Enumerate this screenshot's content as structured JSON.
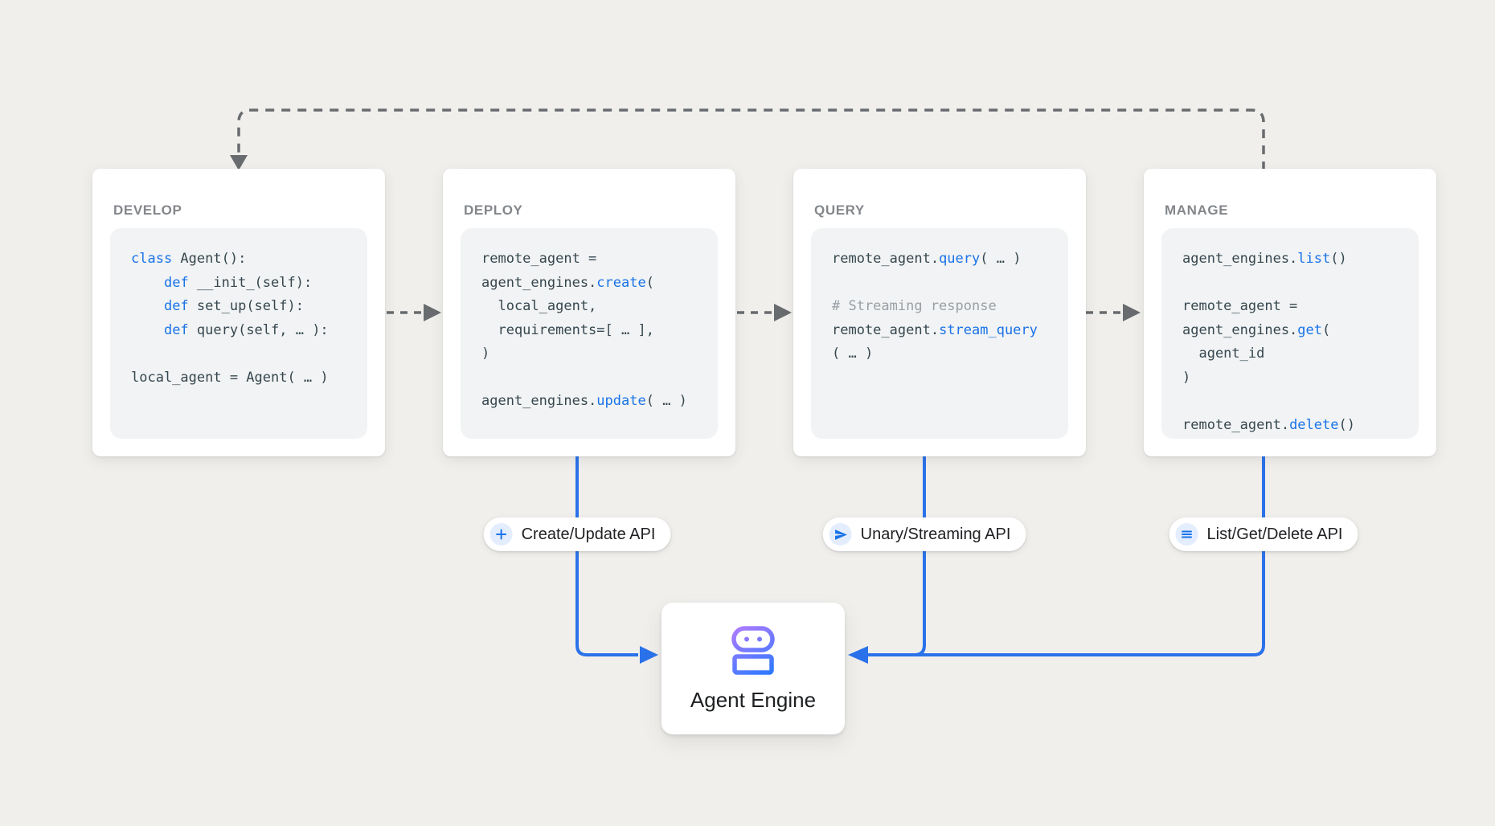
{
  "colors": {
    "background": "#f1efec",
    "card_bg": "#ffffff",
    "code_bg": "#f1f3f4",
    "code_text": "#37474f",
    "code_accent_blue": "#1a73e8",
    "code_comment": "#9aa0a6",
    "title_gray": "#83878b",
    "dashed_connector": "#686c6f",
    "blue_connector": "#2b72ea",
    "robot_gradient_top": "#ae7bff",
    "robot_gradient_bottom": "#2979ff"
  },
  "cards": [
    {
      "id": "develop",
      "title": "DEVELOP",
      "lines": [
        [
          {
            "t": "class",
            "c": "kw"
          },
          {
            "t": " Agent():",
            "c": "pl"
          }
        ],
        [
          {
            "t": "    ",
            "c": "pl"
          },
          {
            "t": "def",
            "c": "kw"
          },
          {
            "t": " __init_(self):",
            "c": "pl"
          }
        ],
        [
          {
            "t": "    ",
            "c": "pl"
          },
          {
            "t": "def",
            "c": "kw"
          },
          {
            "t": " set_up(self):",
            "c": "pl"
          }
        ],
        [
          {
            "t": "    ",
            "c": "pl"
          },
          {
            "t": "def",
            "c": "kw"
          },
          {
            "t": " query(self, … ):",
            "c": "pl"
          }
        ],
        [],
        [
          {
            "t": "local_agent = Agent( … )",
            "c": "pl"
          }
        ]
      ]
    },
    {
      "id": "deploy",
      "title": "DEPLOY",
      "lines": [
        [
          {
            "t": "remote_agent =",
            "c": "pl"
          }
        ],
        [
          {
            "t": "agent_engines.",
            "c": "pl"
          },
          {
            "t": "create",
            "c": "fn"
          },
          {
            "t": "(",
            "c": "pl"
          }
        ],
        [
          {
            "t": "  local_agent,",
            "c": "pl"
          }
        ],
        [
          {
            "t": "  requirements=[ … ],",
            "c": "pl"
          }
        ],
        [
          {
            "t": ")",
            "c": "pl"
          }
        ],
        [],
        [
          {
            "t": "agent_engines.",
            "c": "pl"
          },
          {
            "t": "update",
            "c": "fn"
          },
          {
            "t": "( … )",
            "c": "pl"
          }
        ]
      ]
    },
    {
      "id": "query",
      "title": "QUERY",
      "lines": [
        [
          {
            "t": "remote_agent.",
            "c": "pl"
          },
          {
            "t": "query",
            "c": "fn"
          },
          {
            "t": "( … )",
            "c": "pl"
          }
        ],
        [],
        [
          {
            "t": "# Streaming response",
            "c": "cm"
          }
        ],
        [
          {
            "t": "remote_agent.",
            "c": "pl"
          },
          {
            "t": "stream_query",
            "c": "fn"
          }
        ],
        [
          {
            "t": "( … )",
            "c": "pl"
          }
        ]
      ]
    },
    {
      "id": "manage",
      "title": "MANAGE",
      "lines": [
        [
          {
            "t": "agent_engines.",
            "c": "pl"
          },
          {
            "t": "list",
            "c": "fn"
          },
          {
            "t": "()",
            "c": "pl"
          }
        ],
        [],
        [
          {
            "t": "remote_agent =",
            "c": "pl"
          }
        ],
        [
          {
            "t": "agent_engines.",
            "c": "pl"
          },
          {
            "t": "get",
            "c": "fn"
          },
          {
            "t": "(",
            "c": "pl"
          }
        ],
        [
          {
            "t": "  agent_id",
            "c": "pl"
          }
        ],
        [
          {
            "t": ")",
            "c": "pl"
          }
        ],
        [],
        [
          {
            "t": "remote_agent.",
            "c": "pl"
          },
          {
            "t": "delete",
            "c": "fn"
          },
          {
            "t": "()",
            "c": "pl"
          }
        ]
      ]
    }
  ],
  "pills": [
    {
      "label": "Create/Update API",
      "icon": "plus-icon"
    },
    {
      "label": "Unary/Streaming API",
      "icon": "send-icon"
    },
    {
      "label": "List/Get/Delete API",
      "icon": "list-icon"
    }
  ],
  "engine": {
    "label": "Agent Engine",
    "icon": "robot-icon"
  }
}
